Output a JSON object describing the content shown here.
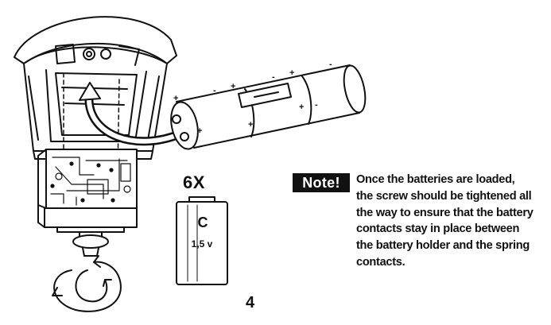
{
  "battery_spec": {
    "quantity": "6X",
    "type_letter": "C",
    "voltage": "1,5 v"
  },
  "note": {
    "badge_label": "Note!",
    "lines": [
      "Once the batteries are loaded,",
      "the screw should be tightened all",
      "the way to ensure that the battery",
      "contacts stay in place between",
      "the battery holder and the spring",
      "contacts."
    ]
  },
  "footer": {
    "page_number": "4"
  },
  "holder_marks": {
    "plus": "+",
    "minus": "-"
  },
  "icons": [
    "device-illustration-icon",
    "battery-holder-icon",
    "insert-arrow-icon",
    "rotate-screw-icon",
    "c-battery-icon"
  ]
}
